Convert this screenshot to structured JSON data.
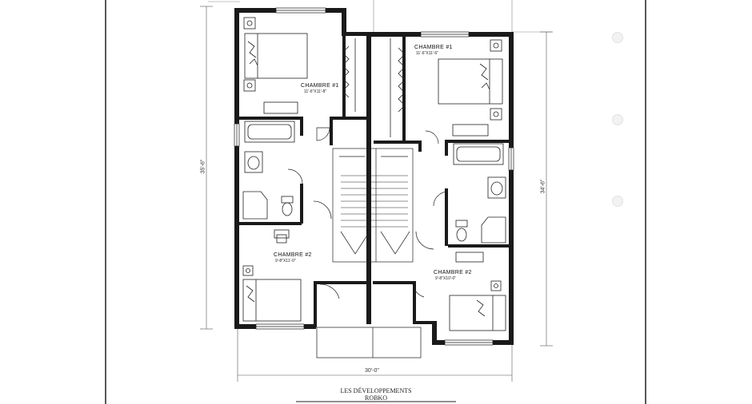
{
  "rooms": {
    "left_bedroom_1": {
      "name": "CHAMBRE #1",
      "dims": "11'-6\"X11'-8\""
    },
    "right_bedroom_1": {
      "name": "CHAMBRE #1",
      "dims": "11'-6\"X11'-6\""
    },
    "left_bedroom_2": {
      "name": "CHAMBRE #2",
      "dims": "9'-8\"X11'-0\""
    },
    "right_bedroom_2": {
      "name": "CHAMBRE #2",
      "dims": "9'-8\"X10'-0\""
    }
  },
  "dimensions": {
    "overall_width": "30'-0\"",
    "left_depth": "35'-6\"",
    "right_depth": "34'-6\""
  },
  "title_block": {
    "line1": "LES DÉVELOPPEMENTS",
    "line2": "ROBKO"
  }
}
